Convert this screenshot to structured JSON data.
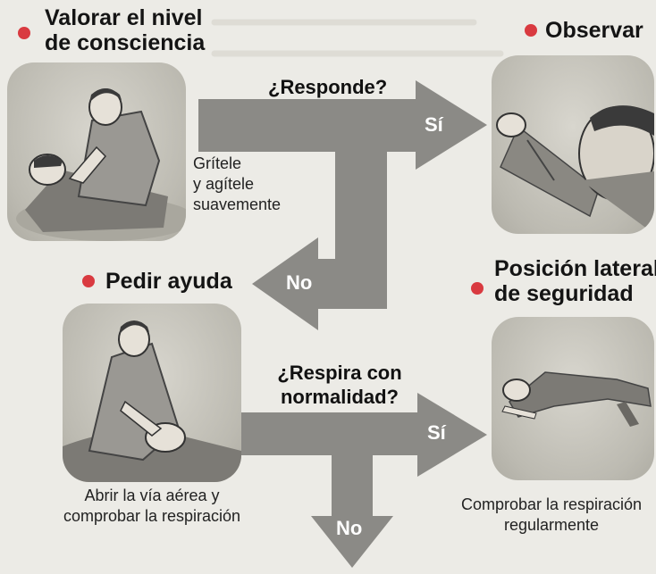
{
  "colors": {
    "arrow": "#8b8a86",
    "dot": "#d93a40",
    "panel": "#c4c2b9"
  },
  "steps": {
    "consciousness": {
      "title_line1": "Valorar el nivel",
      "title_line2": "de consciencia",
      "caption_line1": "Grítele",
      "caption_line2": "y agítele",
      "caption_line3": "suavemente"
    },
    "observe": {
      "title": "Observar"
    },
    "help": {
      "title": "Pedir ayuda",
      "caption_line1": "Abrir la vía aérea y",
      "caption_line2": "comprobar la respiración"
    },
    "lateral": {
      "title_line1": "Posición lateral",
      "title_line2": "de seguridad",
      "caption_line1": "Comprobar la respiración",
      "caption_line2": "regularmente"
    }
  },
  "decisions": {
    "responds": {
      "question": "¿Responde?",
      "yes": "Sí",
      "no": "No"
    },
    "breathes": {
      "question_line1": "¿Respira con",
      "question_line2": "normalidad?",
      "yes": "Sí",
      "no": "No"
    }
  }
}
